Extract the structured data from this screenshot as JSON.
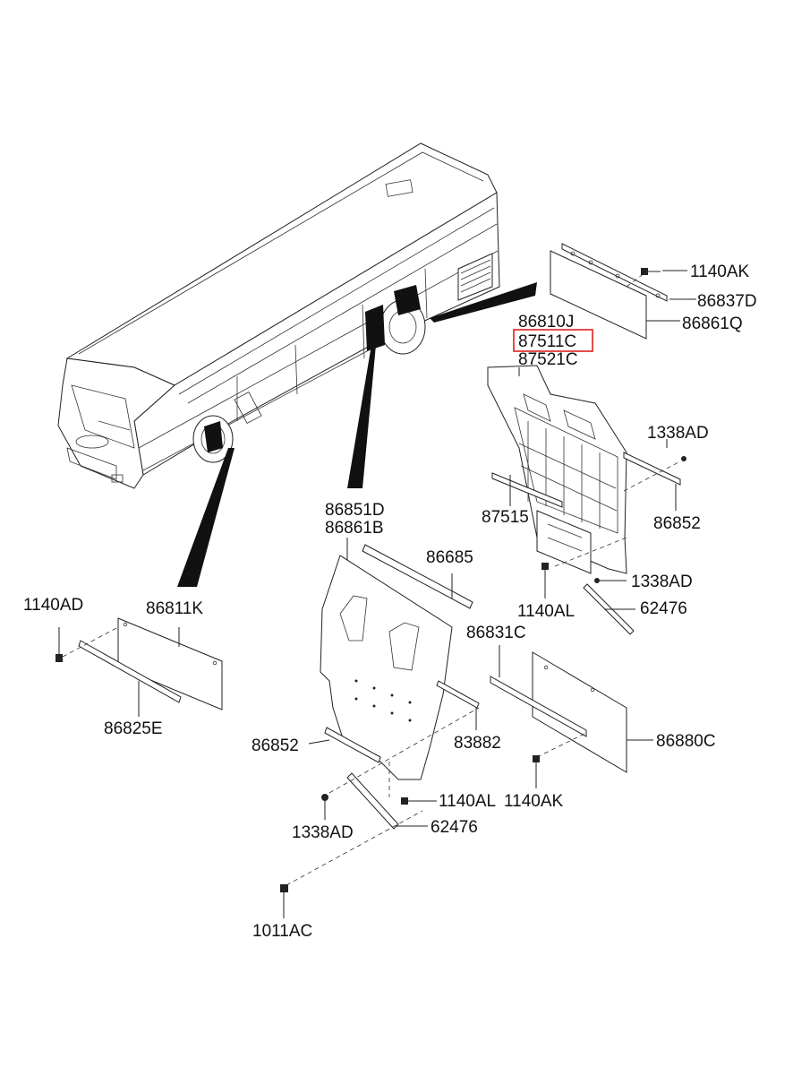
{
  "labels": {
    "p1140AK_top": "1140AK",
    "p86837D": "86837D",
    "p86861Q": "86861Q",
    "p86810J": "86810J",
    "p87511C": "87511C",
    "p87521C": "87521C",
    "p1338AD_r1": "1338AD",
    "p86852_r": "86852",
    "p87515": "87515",
    "p1338AD_r2": "1338AD",
    "p1140AL_r": "1140AL",
    "p62476_r": "62476",
    "p86831C": "86831C",
    "p86880C": "86880C",
    "p1140AK_b": "1140AK",
    "p86851D": "86851D",
    "p86861B": "86861B",
    "p86685": "86685",
    "p83882": "83882",
    "p86852_c": "86852",
    "p1140AL_c": "1140AL",
    "p1338AD_c": "1338AD",
    "p62476_c": "62476",
    "p1011AC": "1011AC",
    "p1140AD": "1140AD",
    "p86811K": "86811K",
    "p86825E": "86825E"
  },
  "highlight": {
    "part": "87511C",
    "color": "#e0201f"
  }
}
